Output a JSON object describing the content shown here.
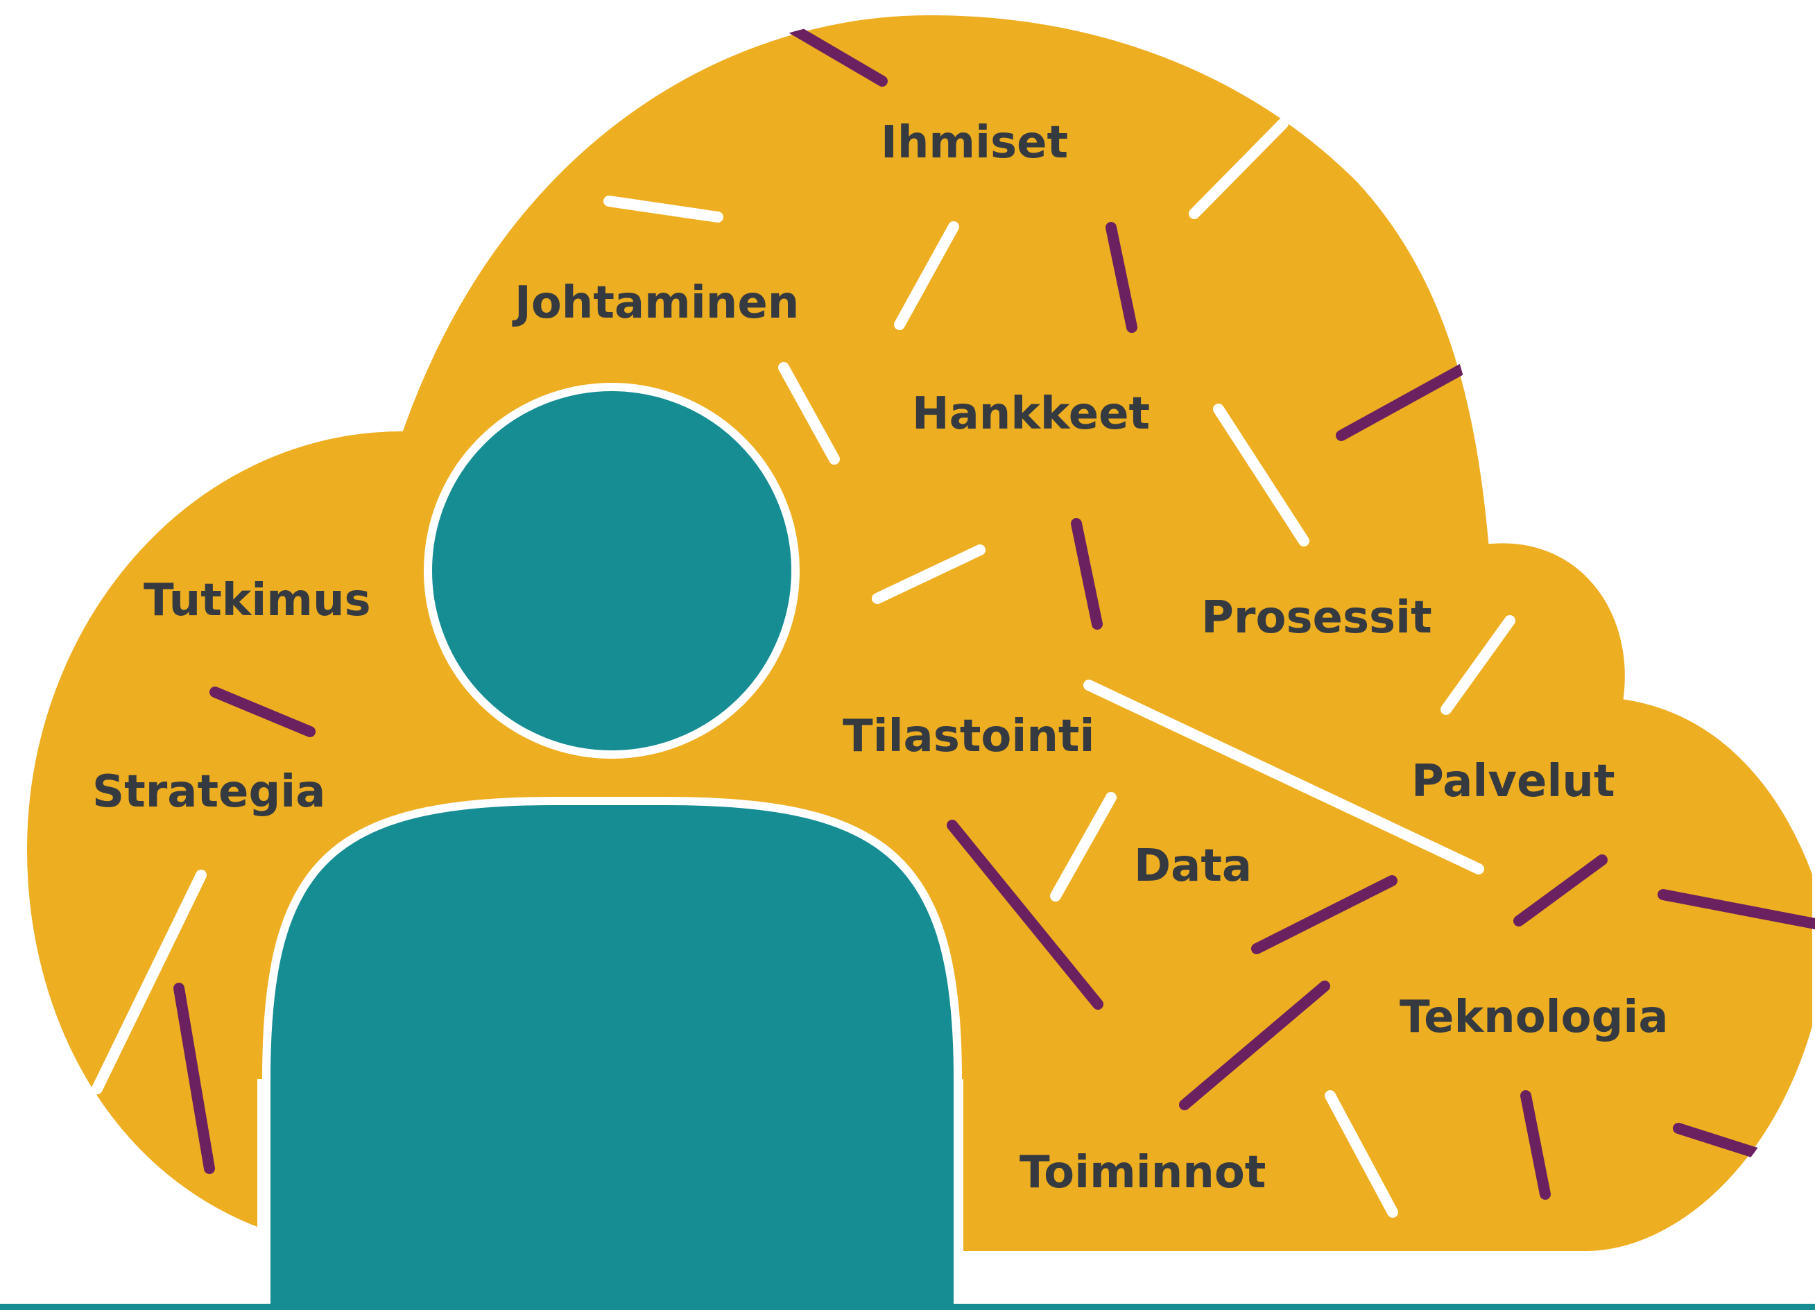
{
  "diagram": {
    "colors": {
      "cloud": "#edae21",
      "person": "#168d93",
      "outline": "#ffffff",
      "text": "#353a40",
      "stroke_purple": "#6b2060",
      "stroke_white": "#ffffff",
      "baseline": "#168d93"
    },
    "figure": "person-icon in front of a word cloud",
    "words": {
      "ihmiset": "Ihmiset",
      "johtaminen": "Johtaminen",
      "hankkeet": "Hankkeet",
      "tutkimus": "Tutkimus",
      "prosessit": "Prosessit",
      "strategia": "Strategia",
      "tilastointi": "Tilastointi",
      "palvelut": "Palvelut",
      "data": "Data",
      "teknologia": "Teknologia",
      "toiminnot": "Toiminnot"
    }
  }
}
